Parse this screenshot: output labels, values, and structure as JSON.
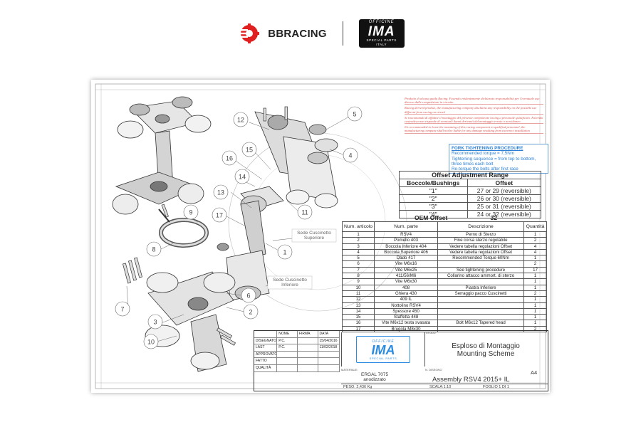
{
  "brands": {
    "bbracing_label": "BBRACING",
    "ima_top": "OFFICINE",
    "ima_main": "IMA",
    "ima_sub": "SPECIAL PARTS",
    "ima_country": "ITALY"
  },
  "warning_text": [
    "Prodotto di alcuna guida Racing. Facendo evidentemente dichiarato responsabilità per l'eventuale uso diverso dalle competizioni in circuito",
    "Racing derived product, the manufacturing company disclaims any responsibility on the possible use different from racing on circuit",
    "Si raccomanda di affidare il montaggio del presente componente racing a personale qualificato. Facendo costruttiva non risponde di eventuali danni derivanti dal montaggio errato o non idoneo",
    "It's recommended to leave the mounting of this racing component to qualified personnel, the manufacturing company shall not be liable for any damage resulting from incorrect installation"
  ],
  "torque_note": {
    "title": "FORK TIGHTENING PROCEDURE",
    "lines": [
      "Recommended torque = 7,5Nm",
      "Tightening sequence = from top to bottom, three times each bolt",
      "Re-torque the bolts after first race"
    ]
  },
  "offset_table": {
    "title": "Offset Adjustment Range",
    "col1": "Boccole/Bushings",
    "col2": "Offset",
    "rows": [
      {
        "bushing": "\"1\"",
        "offset": "27 or 29 (reversible)"
      },
      {
        "bushing": "\"2\"",
        "offset": "26 or 30 (reversible)"
      },
      {
        "bushing": "\"3\"",
        "offset": "25 or 31 (reversible)"
      },
      {
        "bushing": "\"4\"",
        "offset": "24 or 32 (reversible)"
      }
    ],
    "oem_label": "OEM Offset",
    "oem_value": "32"
  },
  "parts_table": {
    "headers": [
      "Num. articolo",
      "Num. parte",
      "Descrizione",
      "Quantità"
    ],
    "rows": [
      [
        "1",
        "RSV4",
        "Perno di Sterzo",
        "1"
      ],
      [
        "2",
        "Pomello 403",
        "Fine corsa sterzo regolabile",
        "2"
      ],
      [
        "3",
        "Boccola Inferiore 404",
        "Vedere tabella regolazioni Offset",
        "4"
      ],
      [
        "4",
        "Boccola Superiore 406",
        "Vedere tabella regolazioni Offset",
        "4"
      ],
      [
        "5",
        "Dado 417",
        "Recommended Torque 60Nm",
        "1"
      ],
      [
        "6",
        "Vite M6x16",
        "",
        "2"
      ],
      [
        "7",
        "Vite M6x25",
        "See tightening procedure",
        "17"
      ],
      [
        "8",
        "411/56/M6",
        "Collarino attacco ammort. di sterzo",
        "1"
      ],
      [
        "9",
        "Vite M6x30",
        "",
        "1"
      ],
      [
        "10",
        "408",
        "Piastra Inferiore",
        "1"
      ],
      [
        "11",
        "Ghiera 430",
        "Serraggio pacco Cuscinetti",
        "2"
      ],
      [
        "12",
        "409 IL",
        "",
        "1"
      ],
      [
        "13",
        "Nottolino RSV4",
        "",
        "1"
      ],
      [
        "14",
        "Spessore 450",
        "",
        "1"
      ],
      [
        "15",
        "Staffetta 448",
        "",
        "1"
      ],
      [
        "16",
        "Vite M6x12 testa svasata",
        "Bolt M6x12 Tapered head",
        "1"
      ],
      [
        "17",
        "Brugola M8x30",
        "",
        "2"
      ]
    ]
  },
  "diagram_labels": {
    "seat_upper": "Sede Cuscinetto Superiore",
    "seat_lower": "Sede Cuscinetto Inferiore",
    "callouts": [
      "12",
      "5",
      "15",
      "16",
      "14",
      "13",
      "17",
      "11",
      "4",
      "9",
      "8",
      "1",
      "6",
      "2",
      "7",
      "3",
      "10"
    ]
  },
  "title_block": {
    "rows": [
      [
        "",
        "NOME",
        "FIRMA",
        "DATA"
      ],
      [
        "DISEGNATO",
        "P.C.",
        "",
        "15/04/2016"
      ],
      [
        "LAST MODIFY",
        "P.C.",
        "",
        "11/02/2018"
      ],
      [
        "APPROVATO",
        "",
        "",
        ""
      ],
      [
        "FATTO",
        "",
        "",
        ""
      ],
      [
        "QUALITÀ",
        "",
        "",
        ""
      ]
    ],
    "titolo_label": "TITOLO:",
    "title_it": "Esploso di Montaggio",
    "title_en": "Mounting Scheme",
    "material_label": "MATERIALE:",
    "material": "ERGAL 7075",
    "finish": "anodizzato",
    "ndis_label": "N. DISEGNO",
    "drawing_number": "Assembly RSV4 2015+ IL",
    "sheet_size": "A4",
    "weight": "PESO: 2,436 Kg",
    "scale": "SCALA:1:10",
    "sheet": "FOGLIO 1 DI 1"
  },
  "colors": {
    "warning": "#d9534f",
    "torque_blue": "#2a7fd4",
    "ima_blue": "#2a8be0",
    "bbracing_red": "#e02020"
  }
}
